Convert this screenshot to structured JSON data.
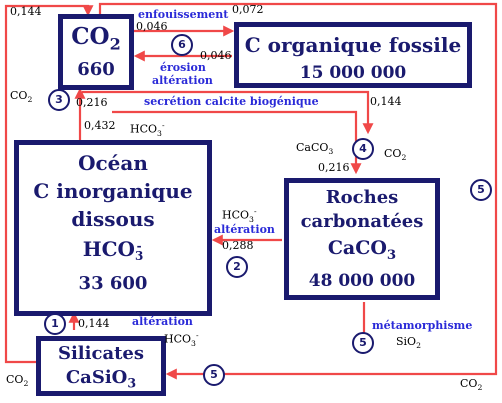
{
  "colors": {
    "box": "#1a1a6e",
    "arrow": "#f04848",
    "flux_label": "#2a2ad8",
    "text": "#000000"
  },
  "boxes": {
    "co2": {
      "formula": "CO",
      "sub": "2",
      "value": "660"
    },
    "fossil": {
      "title": "C organique fossile",
      "value": "15 000 000"
    },
    "ocean": {
      "line1": "Océan",
      "line2": "C inorganique",
      "line3": "dissous",
      "formula": "HCO",
      "sup": "-",
      "sub": "3",
      "value": "33 600"
    },
    "carbonates": {
      "line1": "Roches",
      "line2": "carbonatées",
      "formula": "CaCO",
      "sub": "3",
      "value": "48 000 000"
    },
    "silicates": {
      "line1": "Silicates",
      "formula": "CaSiO",
      "sub": "3"
    }
  },
  "process_labels": {
    "enfouissement": "enfouissement",
    "erosion": "érosion",
    "alteration": "altération",
    "secretion": "secrétion calcite biogénique",
    "alteration_carbonates": "altération",
    "alteration_silicates": "altération",
    "metamorphisme": "métamorphisme"
  },
  "values": {
    "v0_144_top": "0,144",
    "v0_072": "0,072",
    "v0_046_a": "0,046",
    "v0_046_b": "0,046",
    "v0_216_co2": "0,216",
    "v0_144_right": "0,144",
    "v0_432": "0,432",
    "v0_216_carb": "0,216",
    "v0_288": "0,288",
    "v0_144_sil": "0,144"
  },
  "species": {
    "co2_left_top": "CO",
    "hco3_ocean": "HCO",
    "caco3_left": "CaCO",
    "co2_carb": "CO",
    "hco3_carb": "HCO",
    "hco3_sil": "HCO",
    "sio2": "SiO",
    "co2_bottom_left": "CO",
    "co2_bottom_right": "CO"
  },
  "circle_numbers": {
    "n1": "1",
    "n2": "2",
    "n3": "3",
    "n4": "4",
    "n5a": "5",
    "n5b": "5",
    "n5c": "5",
    "n6": "6"
  }
}
